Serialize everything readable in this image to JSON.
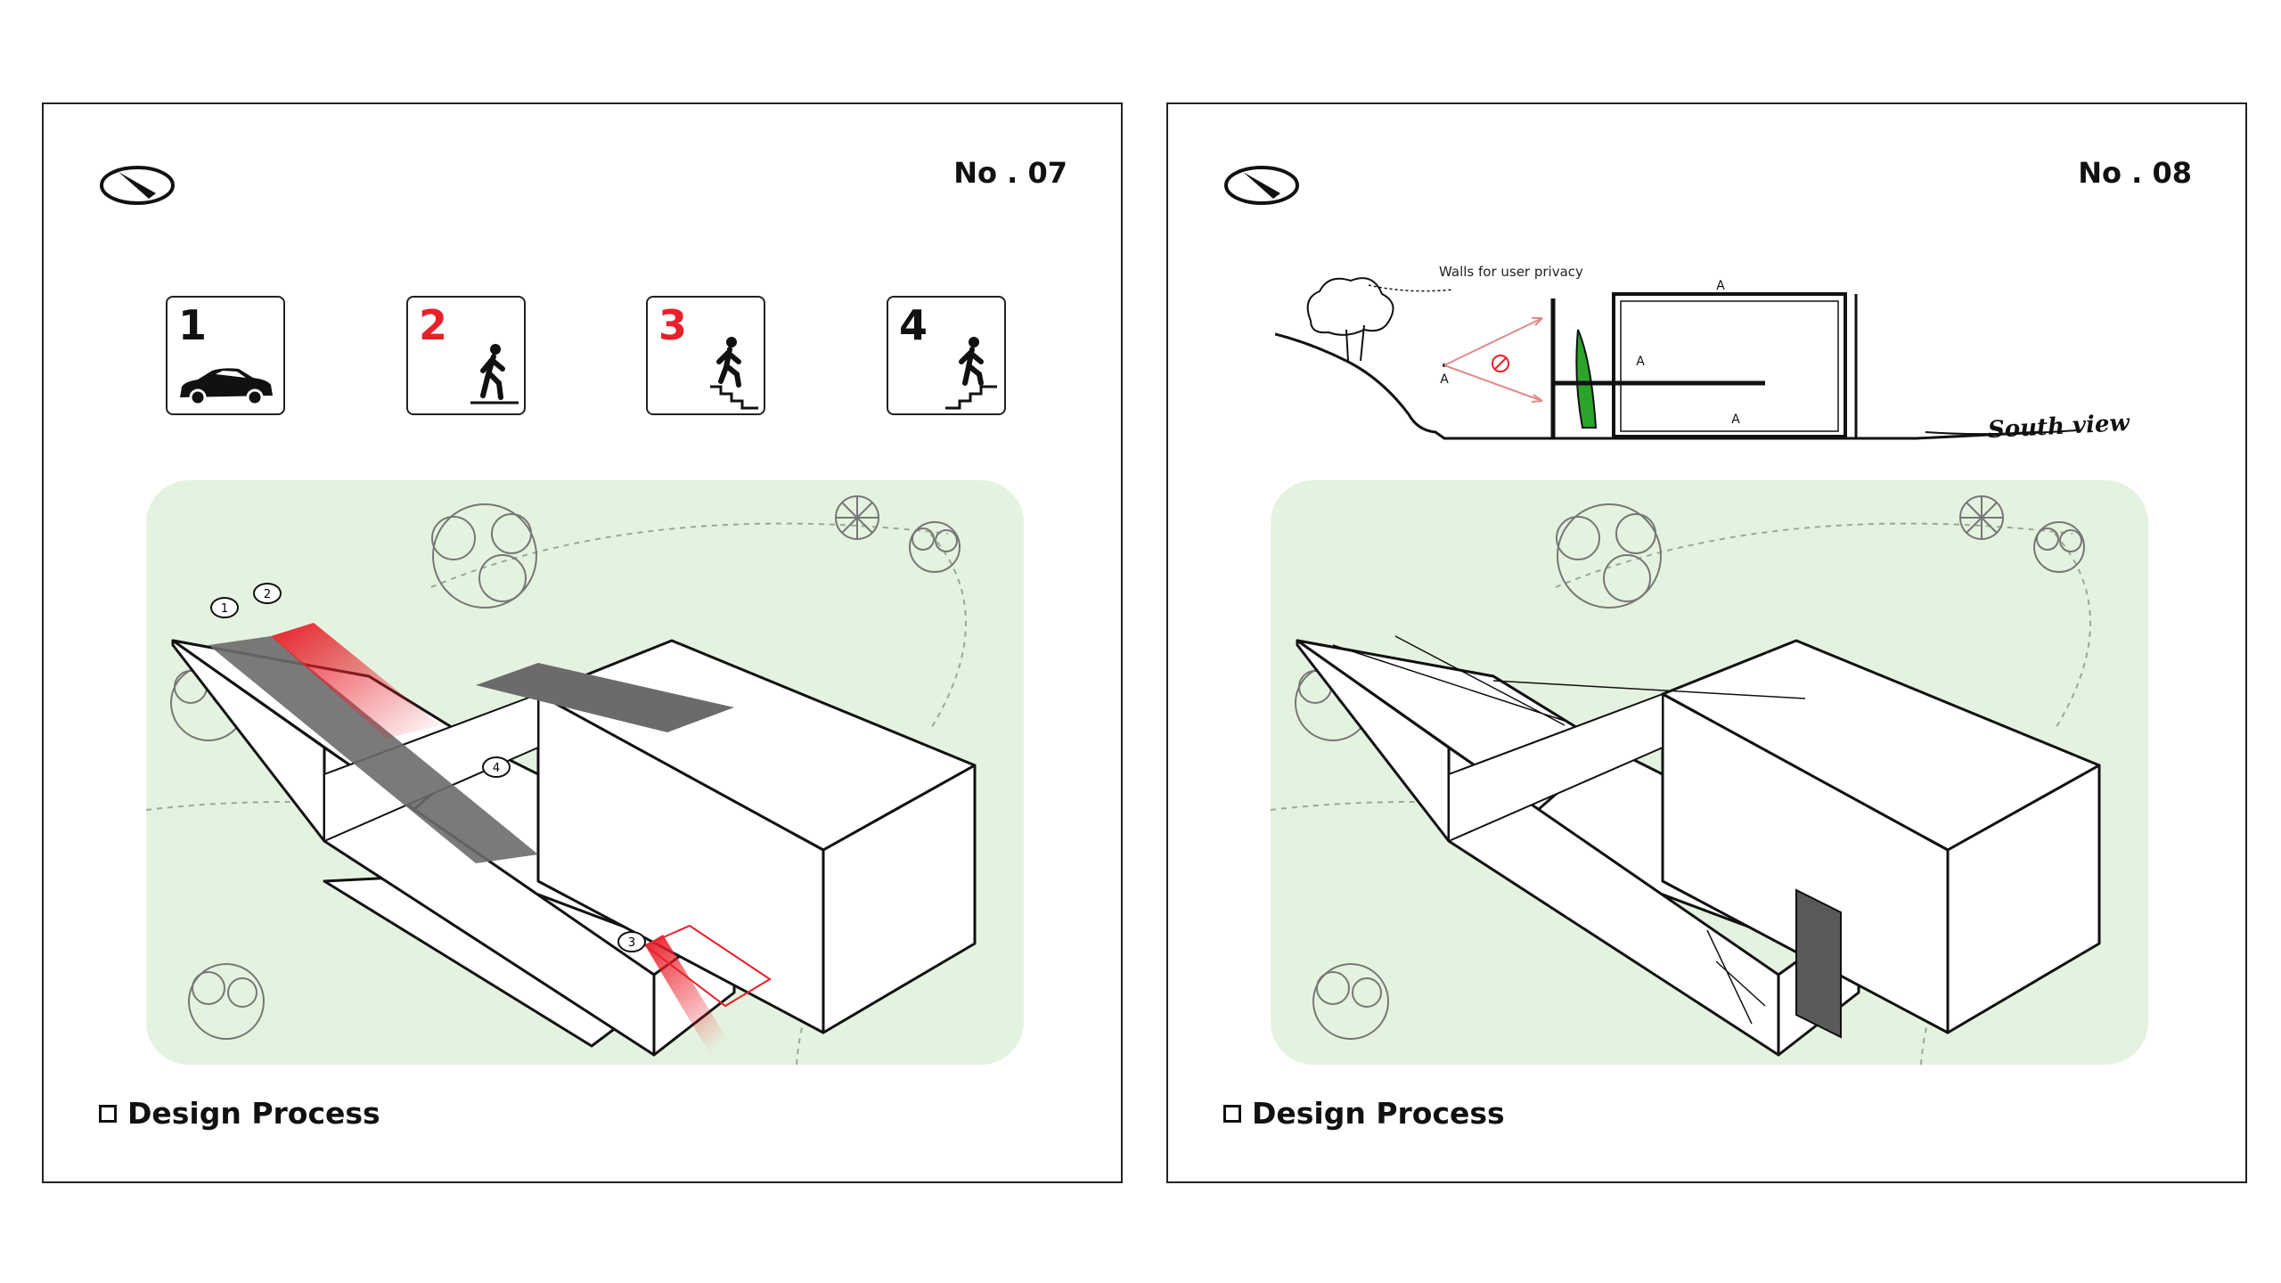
{
  "panels": [
    {
      "id": "left",
      "sheet_number": "No . 07",
      "footer_label": "Design Process",
      "steps": [
        {
          "number": "1",
          "icon": "car-icon",
          "color": "#111111"
        },
        {
          "number": "2",
          "icon": "pedestrian-walking-icon",
          "color": "#e8202a"
        },
        {
          "number": "3",
          "icon": "person-descending-stairs-icon",
          "color": "#e8202a"
        },
        {
          "number": "4",
          "icon": "person-ascending-stairs-icon",
          "color": "#111111"
        }
      ],
      "markers": [
        "1",
        "2",
        "3",
        "4"
      ]
    },
    {
      "id": "right",
      "sheet_number": "No . 08",
      "footer_label": "Design Process",
      "sketch": {
        "note": "Walls for user privacy",
        "caption": "South view"
      }
    }
  ],
  "colors": {
    "site_green": "#e4f3df",
    "highlight_red": "#e8202a",
    "shade_gray": "#6b6b6b",
    "wall_dark": "#5a5a5a",
    "plant_green": "#2aa52a"
  }
}
